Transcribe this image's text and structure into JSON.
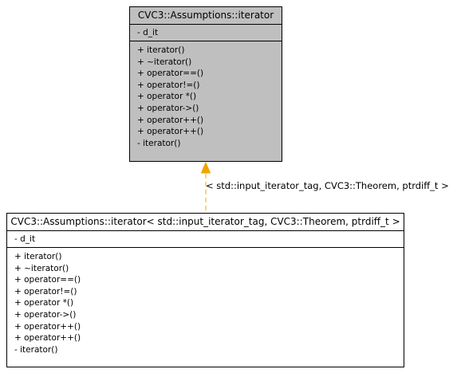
{
  "diagram": {
    "parent_class": {
      "name": "CVC3::Assumptions::iterator",
      "attributes": [
        "- d_it"
      ],
      "operations": [
        "+ iterator()",
        "+ ~iterator()",
        "+ operator==()",
        "+ operator!=()",
        "+ operator *()",
        "+ operator->()",
        "+ operator++()",
        "+ operator++()",
        "- iterator()"
      ]
    },
    "child_class": {
      "name": "CVC3::Assumptions::iterator< std::input_iterator_tag, CVC3::Theorem, ptrdiff_t >",
      "attributes": [
        "- d_it"
      ],
      "operations": [
        "+ iterator()",
        "+ ~iterator()",
        "+ operator==()",
        "+ operator!=()",
        "+ operator *()",
        "+ operator->()",
        "+ operator++()",
        "+ operator++()",
        "- iterator()"
      ]
    },
    "edge": {
      "label": "< std::input_iterator_tag, CVC3::Theorem, ptrdiff_t >",
      "color": "#f0a400",
      "style": "dashed",
      "relation": "template-instantiation"
    },
    "colors": {
      "parent_fill": "#bfbfbf",
      "child_fill": "#ffffff",
      "border": "#000000"
    }
  }
}
